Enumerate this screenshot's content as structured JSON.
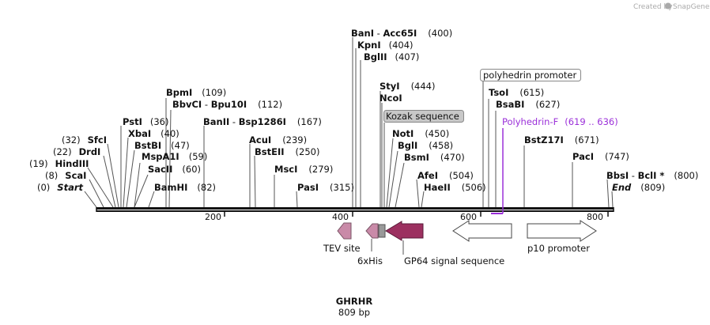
{
  "credit": {
    "text": "Created by",
    "brand": "SnapGene"
  },
  "sequence": {
    "name": "GHRHR",
    "length_text": "809 bp",
    "length": 809
  },
  "ruler": {
    "ticks": [
      "200",
      "400",
      "600",
      "800"
    ]
  },
  "sites": [
    {
      "name": "BanI",
      "sep": " - ",
      "name2": "Acc65I",
      "pos": "(400)"
    },
    {
      "name": "KpnI",
      "pos": "(404)"
    },
    {
      "name": "BglII",
      "pos": "(407)"
    },
    {
      "name": "StyI",
      "pos": "(444)"
    },
    {
      "name": "NcoI"
    },
    {
      "name": "BpmI",
      "pos": "(109)"
    },
    {
      "name": "BbvCI",
      "sep": " - ",
      "name2": "Bpu10I",
      "pos": "(112)"
    },
    {
      "name": "PstI",
      "pos": "(36)"
    },
    {
      "name": "BanII",
      "sep": " - ",
      "name2": "Bsp1286I",
      "pos": "(167)"
    },
    {
      "name": "NotI",
      "pos": "(450)"
    },
    {
      "name": "TsoI",
      "pos": "(615)"
    },
    {
      "name": "BsaBI",
      "pos": "(627)"
    },
    {
      "name": "SfcI",
      "pos": "(32)"
    },
    {
      "name": "XbaI",
      "pos": "(40)"
    },
    {
      "name": "AcuI",
      "pos": "(239)"
    },
    {
      "name": "BglI",
      "pos": "(458)"
    },
    {
      "name": "BstZ17I",
      "pos": "(671)"
    },
    {
      "name": "DrdI",
      "pos": "(22)"
    },
    {
      "name": "BstBI",
      "pos": "(47)"
    },
    {
      "name": "BstEII",
      "pos": "(250)"
    },
    {
      "name": "BsmI",
      "pos": "(470)"
    },
    {
      "name": "HindIII",
      "pos": "(19)"
    },
    {
      "name": "MspA1I",
      "pos": "(59)"
    },
    {
      "name": "PacI",
      "pos": "(747)"
    },
    {
      "name": "ScaI",
      "pos": "(8)"
    },
    {
      "name": "SacII",
      "pos": "(60)"
    },
    {
      "name": "MscI",
      "pos": "(279)"
    },
    {
      "name": "AfeI",
      "pos": "(504)"
    },
    {
      "name": "BbsI",
      "sep": " - ",
      "name2": "BclI *",
      "pos": "(800)"
    },
    {
      "name": "Start",
      "pos": "(0)"
    },
    {
      "name": "BamHI",
      "pos": "(82)"
    },
    {
      "name": "PasI",
      "pos": "(315)"
    },
    {
      "name": "HaeII",
      "pos": "(506)"
    },
    {
      "name": "End",
      "pos": "(809)"
    }
  ],
  "boxed_features": {
    "polyhedrin_promoter": "polyhedrin promoter",
    "kozak": "Kozak sequence"
  },
  "primer": {
    "name": "Polyhedrin-F",
    "range": "(619 .. 636)",
    "color": "#9b30d9"
  },
  "features": [
    {
      "name": "TEV site",
      "color": "#c98aa8"
    },
    {
      "name": "6xHis",
      "color": "#c98aa8"
    },
    {
      "name": "GP64 signal sequence",
      "color": "#9c3060"
    },
    {
      "name": "p10 promoter",
      "color": "#ffffff"
    }
  ],
  "colors": {
    "backbone": "#111111",
    "kozak_fill": "#c8c8c8",
    "his_tag_box": "#999999"
  }
}
